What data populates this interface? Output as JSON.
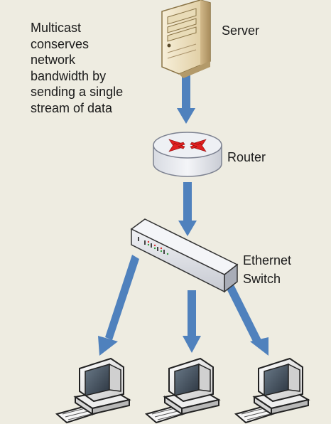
{
  "caption": {
    "lines": [
      "Multicast",
      "conserves",
      "network",
      "bandwidth by",
      "sending a single",
      "stream of data"
    ]
  },
  "nodes": {
    "server": {
      "label": "Server"
    },
    "router": {
      "label": "Router"
    },
    "switch": {
      "label_lines": [
        "Ethernet",
        "Switch"
      ]
    },
    "clients": [
      "computer-icon",
      "computer-icon",
      "computer-icon"
    ]
  },
  "colors": {
    "background": "#eeece1",
    "arrow": "#4f81bd",
    "router_arrows": "#e02020",
    "device_beige": "#e8d7b0",
    "switch_body": "#e4e6ec"
  },
  "icons": [
    "server-tower-icon",
    "router-icon",
    "ethernet-switch-icon",
    "computer-icon"
  ]
}
